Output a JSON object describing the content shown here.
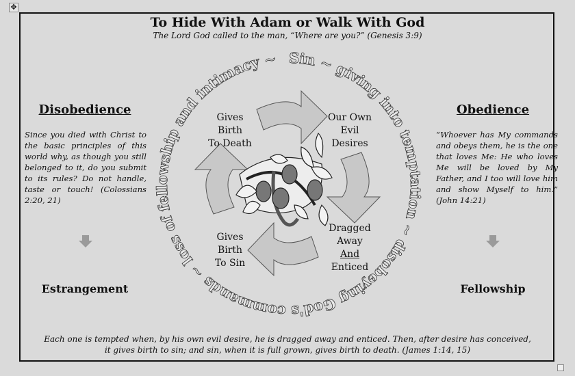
{
  "title": "To Hide With Adam or Walk With God",
  "subtitle": "The Lord God called to the man, “Where are you?”  (Genesis 3:9)",
  "cycle_ring_text": "Sin ~ giving into temptation ~ disobeying God's commands ~ loss of fellowship and intimacy ~",
  "stages": {
    "top_right": [
      "Our Own",
      "Evil",
      "Desires"
    ],
    "bottom_right": [
      "Dragged",
      "Away",
      "And",
      "Enticed"
    ],
    "bottom_left": [
      "Gives",
      "Birth",
      "To Sin"
    ],
    "top_left": [
      "Gives",
      "Birth",
      "To Death"
    ]
  },
  "left": {
    "heading": "Disobedience",
    "verse": "Since you died with Christ to the basic principles of this world why, as though you still belonged to it, do you submit to its rules? Do not handle, taste or touch!  (Colossians 2:20, 21)",
    "outcome": "Estrangement"
  },
  "right": {
    "heading": "Obedience",
    "verse": "“Whoever has My commands and obeys them, he is the one that loves Me: He who loves Me will be loved by My Father, and I too will love him and show Myself to him.”  (John 14:21)",
    "outcome": "Fellowship"
  },
  "footer": {
    "line1": "Each one is tempted when, by his own evil desire, he is dragged away and enticed.  Then, after desire has conceived,",
    "line2": "it gives birth to sin; and sin, when it is full grown, gives birth to death.  (James 1:14, 15)"
  },
  "icons": {
    "move_handle": "✥"
  }
}
